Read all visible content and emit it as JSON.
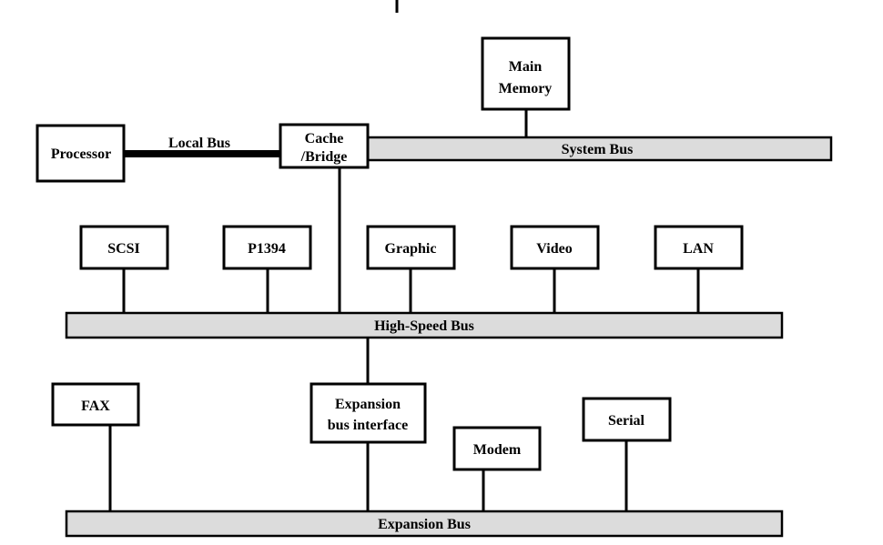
{
  "labels": {
    "processor": "Processor",
    "local_bus": "Local Bus",
    "cache_bridge_1": "Cache",
    "cache_bridge_2": "/Bridge",
    "main_memory_1": "Main",
    "main_memory_2": "Memory",
    "system_bus": "System Bus",
    "scsi": "SCSI",
    "p1394": "P1394",
    "graphic": "Graphic",
    "video": "Video",
    "lan": "LAN",
    "high_speed_bus": "High-Speed Bus",
    "fax": "FAX",
    "expansion_interface_1": "Expansion",
    "expansion_interface_2": "bus interface",
    "modem": "Modem",
    "serial": "Serial",
    "expansion_bus": "Expansion Bus"
  }
}
